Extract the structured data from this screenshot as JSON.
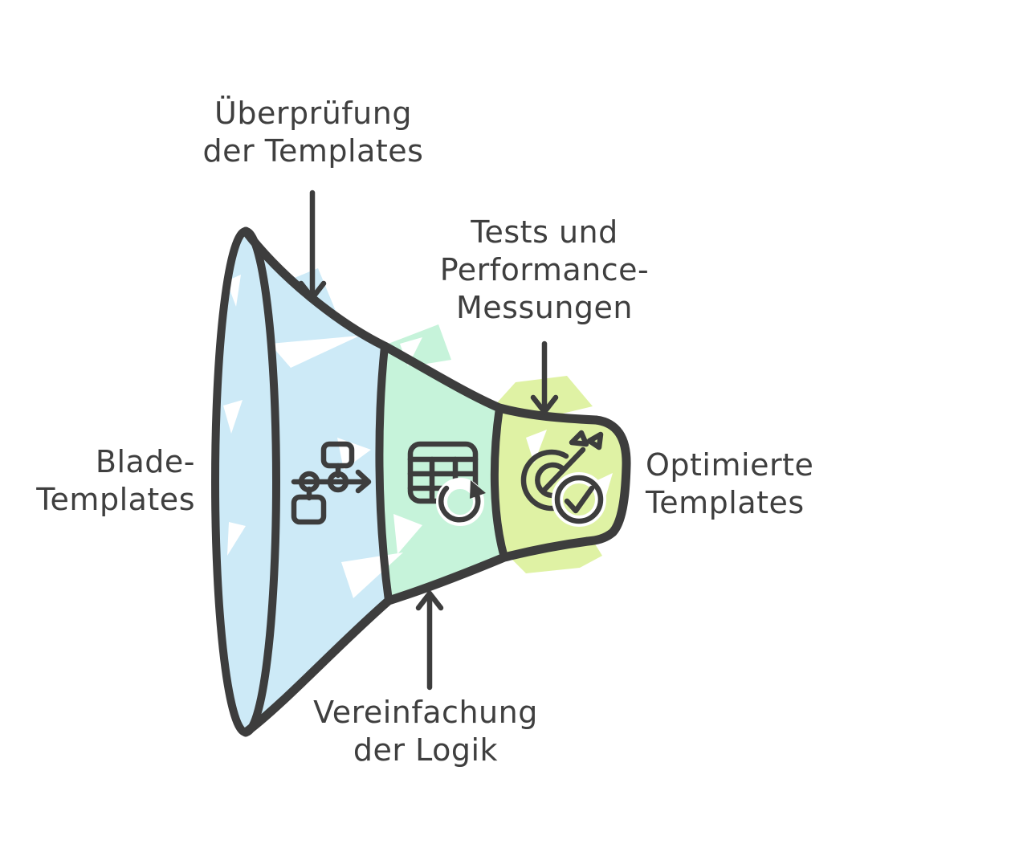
{
  "diagram": {
    "type": "funnel-process",
    "labels": {
      "input": {
        "line1": "Blade-",
        "line2": "Templates"
      },
      "review": {
        "line1": "Überprüfung",
        "line2": "der Templates"
      },
      "tests": {
        "line1": "Tests und",
        "line2": "Performance-",
        "line3": "Messungen"
      },
      "simplify": {
        "line1": "Vereinfachung",
        "line2": "der Logik"
      },
      "output": {
        "line1": "Optimierte",
        "line2": "Templates"
      }
    },
    "stages": [
      {
        "label": "Überprüfung der Templates",
        "icon": "flowchart-icon",
        "color": "#cdeaf7"
      },
      {
        "label": "Vereinfachung der Logik",
        "icon": "table-refresh-icon",
        "color": "#c6f3da"
      },
      {
        "label": "Tests und Performance-Messungen",
        "icon": "target-check-icon",
        "color": "#dff2a4"
      }
    ],
    "colors": {
      "outline": "#3d3d3d",
      "text": "#3f3f3f",
      "background": "#ffffff"
    }
  }
}
